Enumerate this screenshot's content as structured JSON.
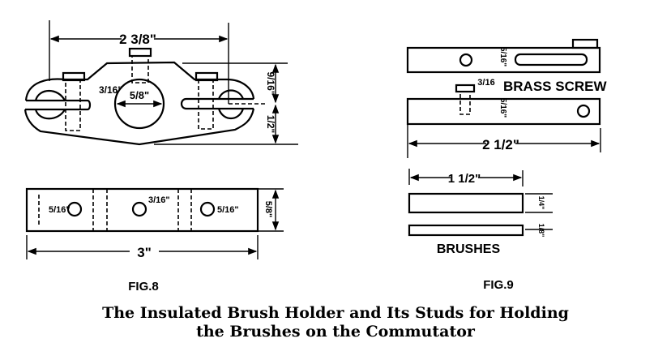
{
  "fig8": {
    "caption": "FIG.8",
    "dims": {
      "overall_span": "2 3/8\"",
      "screw_offset": "3/16\"",
      "center_hole": "5/8\"",
      "upper_height": "9/16\"",
      "lower_height": "1/2\"",
      "stud_left": "5/16\"",
      "stud_center": "3/16\"",
      "stud_right": "5/16\"",
      "stud_thickness": "5/8\"",
      "stud_length": "3\""
    }
  },
  "fig9": {
    "caption": "FIG.9",
    "dims": {
      "top_bar_width": "5/16\"",
      "screw_size": "3/16",
      "screw_label": "BRASS SCREW",
      "bottom_bar_width": "5/16\"",
      "bar_length": "2 1/2\"",
      "brush_length": "1 1/2\"",
      "brush_width": "1/4\"",
      "brush_thickness": "1/8\"",
      "brushes_label": "BRUSHES"
    }
  },
  "title": {
    "line1": "The Insulated Brush Holder and Its Studs for Holding",
    "line2": "the Brushes on the Commutator"
  }
}
